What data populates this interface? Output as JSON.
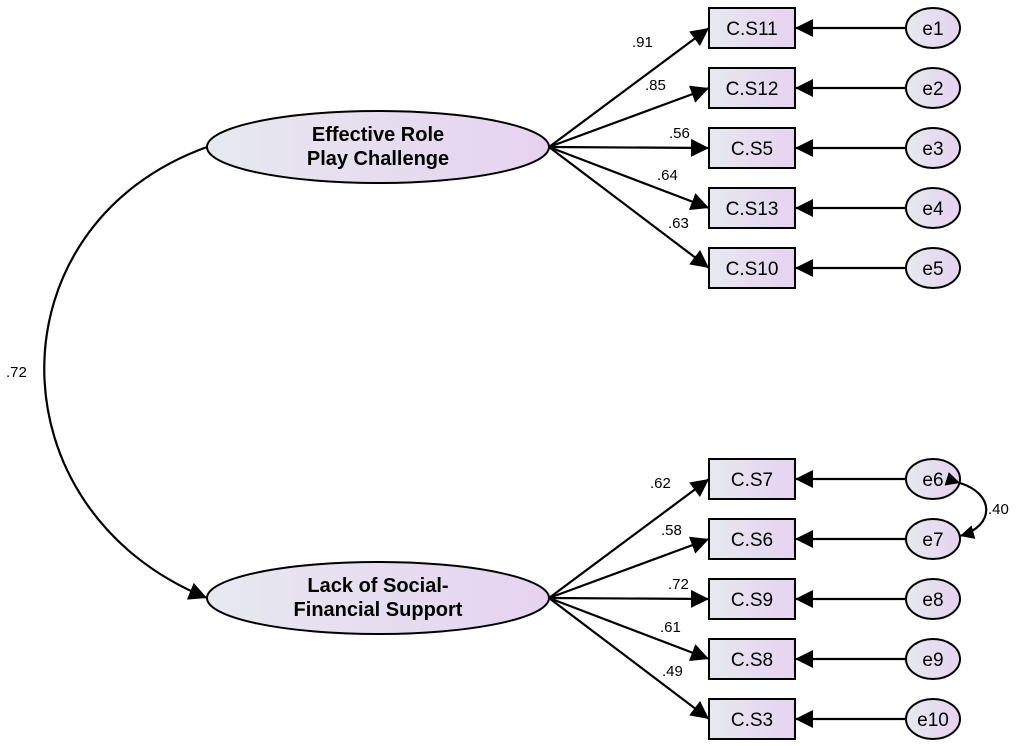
{
  "colors": {
    "fill_left": "#e6e9ef",
    "fill_right": "#e6d2f0",
    "stroke": "#000000",
    "background": "#ffffff"
  },
  "latents": [
    {
      "lines": [
        "Effective Role",
        "Play Challenge"
      ]
    },
    {
      "lines": [
        "Lack of Social-",
        "Financial Support"
      ]
    }
  ],
  "correlation": ".72",
  "factor1": {
    "indicators": [
      {
        "label": "C.S11",
        "loading": ".91",
        "error": "e1"
      },
      {
        "label": "C.S12",
        "loading": ".85",
        "error": "e2"
      },
      {
        "label": "C.S5",
        "loading": ".56",
        "error": "e3"
      },
      {
        "label": "C.S13",
        "loading": ".64",
        "error": "e4"
      },
      {
        "label": "C.S10",
        "loading": ".63",
        "error": "e5"
      }
    ]
  },
  "factor2": {
    "indicators": [
      {
        "label": "C.S7",
        "loading": ".62",
        "error": "e6"
      },
      {
        "label": "C.S6",
        "loading": ".58",
        "error": "e7"
      },
      {
        "label": "C.S9",
        "loading": ".72",
        "error": "e8"
      },
      {
        "label": "C.S8",
        "loading": ".61",
        "error": "e9"
      },
      {
        "label": "C.S3",
        "loading": ".49",
        "error": "e10"
      }
    ]
  },
  "error_covariance": ".40"
}
